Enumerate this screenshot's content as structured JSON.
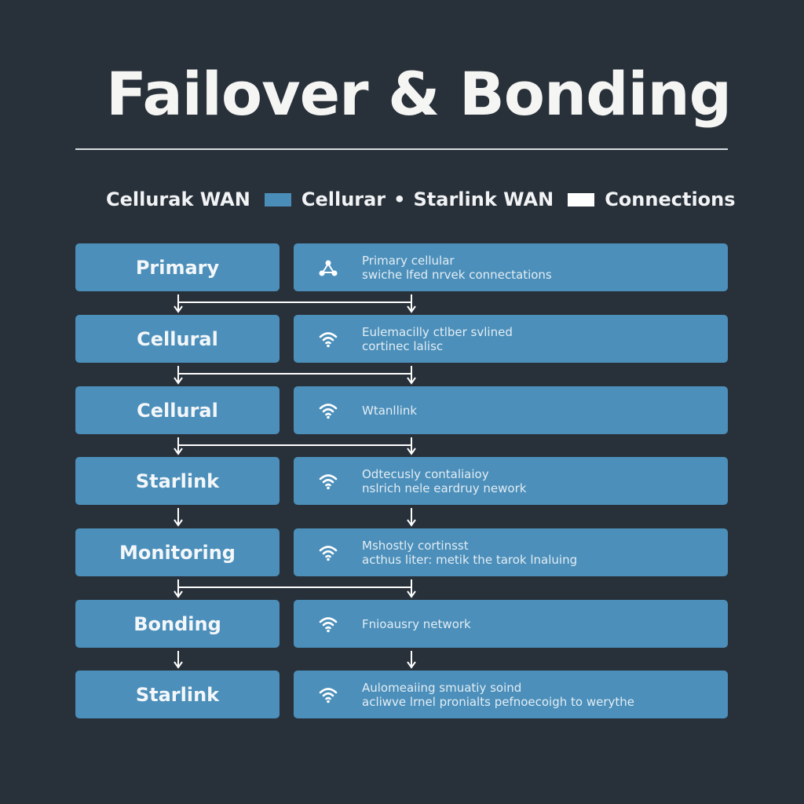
{
  "title": "Failover & Bonding",
  "legend": {
    "item1": "Cellurak WAN",
    "item2": "Cellurar",
    "separator": "•",
    "item3": "Starlink WAN",
    "item4": "Connections",
    "colors": {
      "cellular": "#4a8db8",
      "connections": "#ffffff"
    }
  },
  "rows": [
    {
      "label": "Primary",
      "icon": "network-nodes-icon",
      "line1": "Primary cellular",
      "line2": "swiche lfed nrvek connectations"
    },
    {
      "label": "Cellural",
      "icon": "wifi-icon",
      "line1": "Eulemacilly ctlber svlined",
      "line2": "cortinec lalisc"
    },
    {
      "label": "Cellural",
      "icon": "wifi-icon",
      "line1": "Wtanllink",
      "line2": ""
    },
    {
      "label": "Starlink",
      "icon": "wifi-icon",
      "line1": "Odtecusly contaliaioy",
      "line2": "nslrich nele eardruy nework"
    },
    {
      "label": "Monitoring",
      "icon": "wifi-icon",
      "line1": "Mshostly cortinsst",
      "line2": "acthus liter: metik the tarok lnaluing"
    },
    {
      "label": "Bonding",
      "icon": "wifi-icon",
      "line1": "Fnioausry network",
      "line2": ""
    },
    {
      "label": "Starlink",
      "icon": "wifi-icon",
      "line1": "Aulomeaiing smuatiy soind",
      "line2": "acliwve lrnel pronialts pefnoecoigh to werythe"
    }
  ],
  "colors": {
    "background": "#283039",
    "box": "#4b8fba",
    "connector": "#ffffff"
  }
}
